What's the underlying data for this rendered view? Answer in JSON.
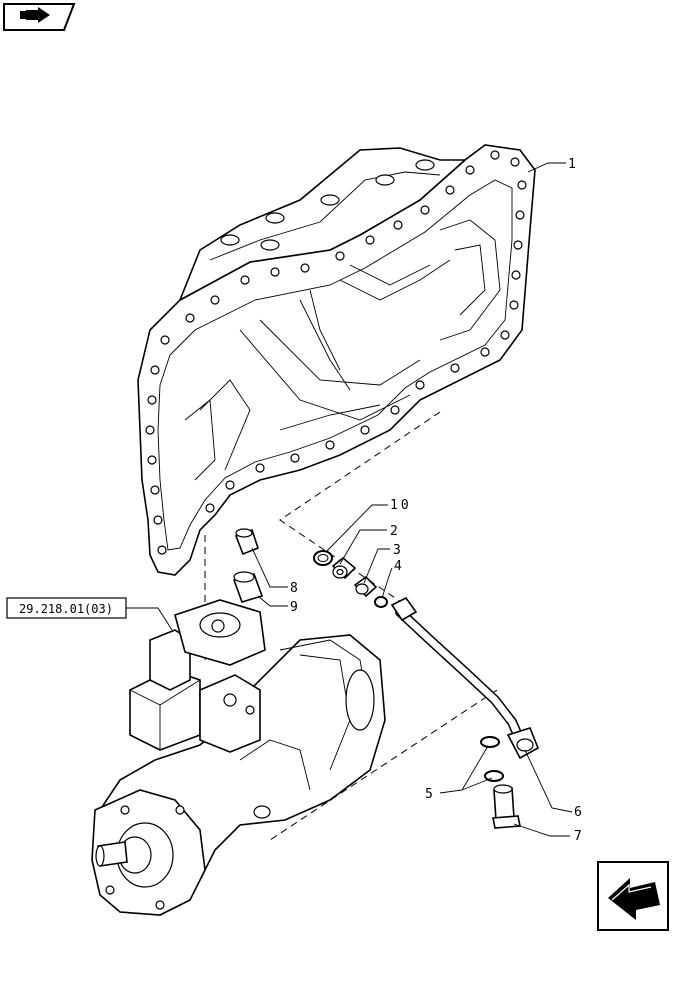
{
  "header": {
    "book_icon": "book-arrow-icon"
  },
  "reference": {
    "label": "29.218.01(03)"
  },
  "callouts": [
    "1",
    "2",
    "3",
    "4",
    "5",
    "6",
    "7",
    "8",
    "9",
    "10"
  ],
  "nav": {
    "next_icon": "arrow-next-icon"
  }
}
